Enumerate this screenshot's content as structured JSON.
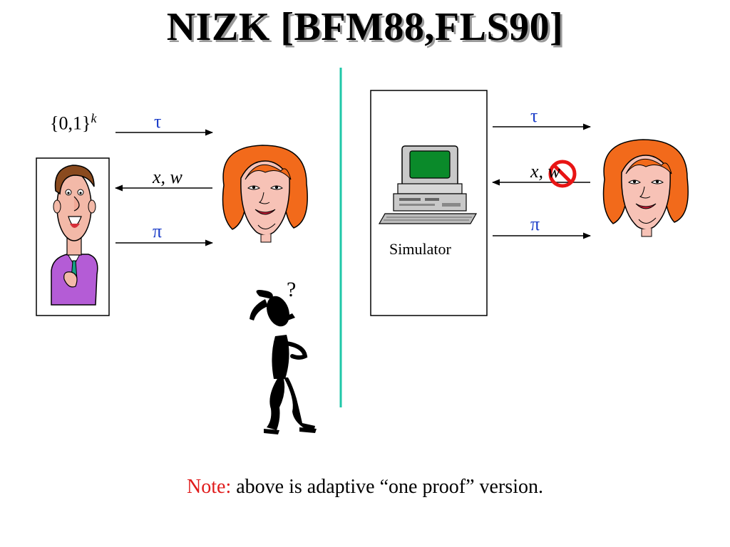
{
  "slide": {
    "title": "NIZK [BFM88,FLS90]",
    "crs_label": "{0,1}",
    "crs_exponent": "k",
    "left_msg_tau": "τ",
    "left_msg_xw": "x, w",
    "left_msg_pi": "π",
    "right_msg_tau": "τ",
    "right_msg_xw": "x, w",
    "right_msg_pi": "π",
    "simulator_label": "Simulator",
    "question_mark": "?",
    "note_prefix": "Note:",
    "note_text": " above is adaptive “one proof” version."
  },
  "colors": {
    "accent_blue": "#1a3cc8",
    "note_red": "#e01b1b",
    "divider_teal": "#1fc7a8",
    "hair_orange": "#f26a1b",
    "skin": "#f7c2b6",
    "prover_shirt": "#b45cd6",
    "monitor_green": "#0a8a2a",
    "forbidden_red": "#e81414"
  },
  "icons": [
    "prover-cartoon",
    "verifier-face-icon",
    "confused-stick-figure",
    "computer-icon",
    "no-sign-icon"
  ]
}
